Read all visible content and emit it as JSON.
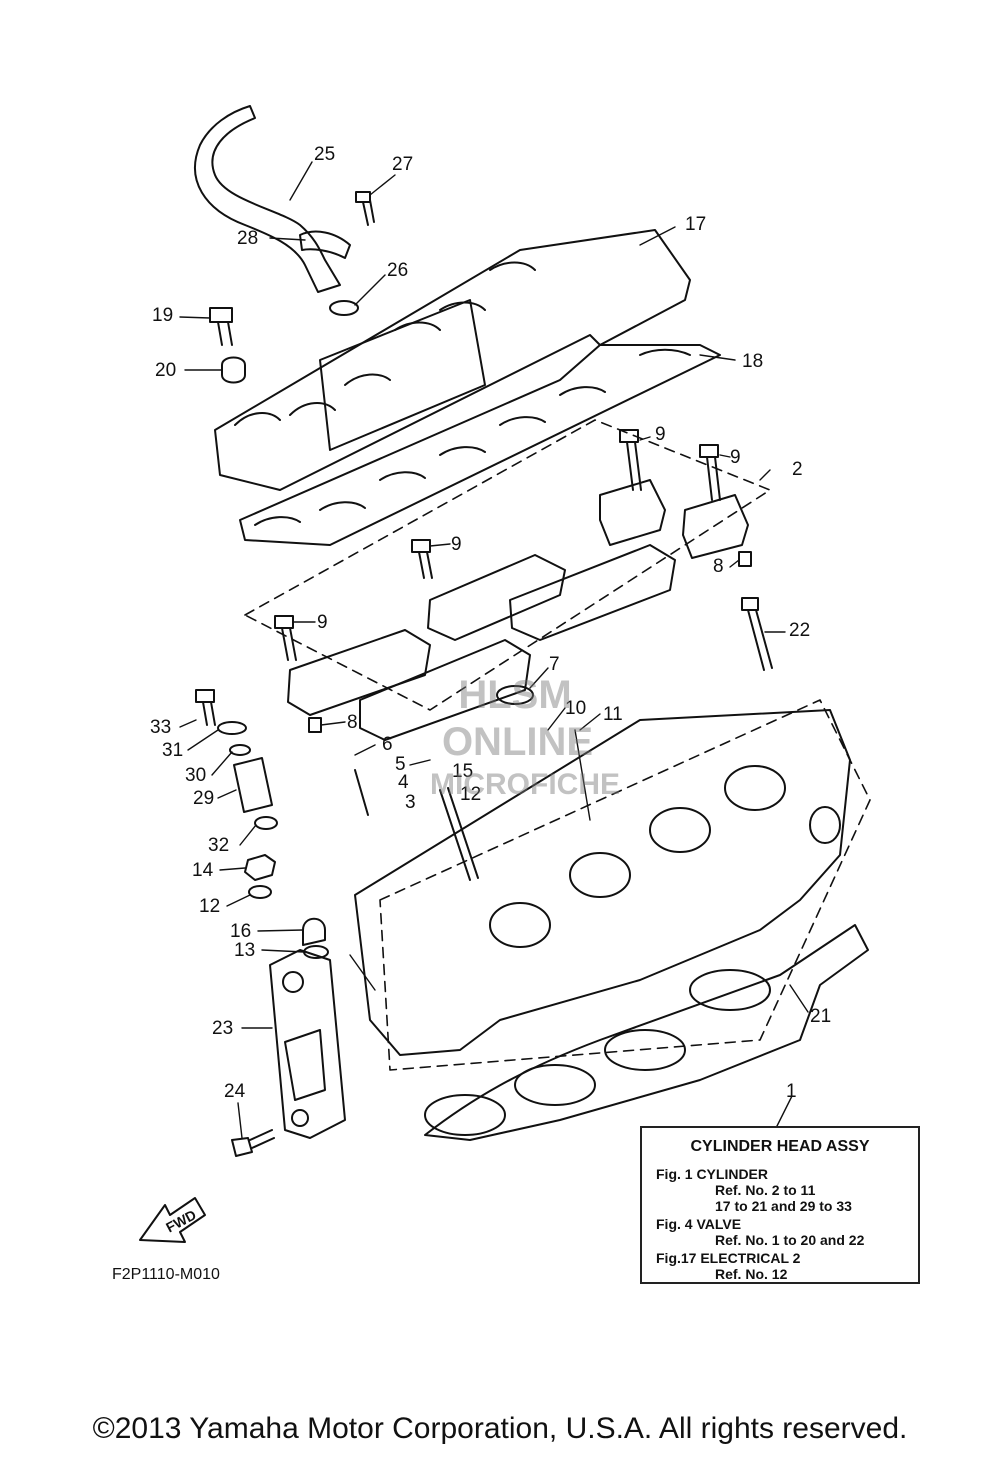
{
  "diagram": {
    "callouts": [
      "25",
      "27",
      "28",
      "26",
      "17",
      "19",
      "20",
      "18",
      "9",
      "9",
      "2",
      "9",
      "8",
      "9",
      "22",
      "7",
      "8",
      "10",
      "11",
      "33",
      "6",
      "31",
      "5",
      "30",
      "4",
      "15",
      "3",
      "12",
      "29",
      "32",
      "14",
      "12",
      "16",
      "13",
      "23",
      "21",
      "24",
      "1"
    ],
    "fwd_label": "FWD",
    "diagram_code": "F2P1110-M010",
    "watermark": [
      "HLSM",
      "ONLINE",
      "MICROFICHE"
    ]
  },
  "reference_box": {
    "title": "CYLINDER HEAD ASSY",
    "lines": [
      "Fig.  1 CYLINDER",
      "Ref. No. 2 to 11",
      "17 to 21 and 29 to 33",
      "Fig.  4 VALVE",
      "Ref. No. 1 to 20 and 22",
      "Fig.17 ELECTRICAL 2",
      "Ref. No. 12"
    ]
  },
  "footer": {
    "copyright": "©2013 Yamaha Motor Corporation, U.S.A. All rights reserved."
  }
}
